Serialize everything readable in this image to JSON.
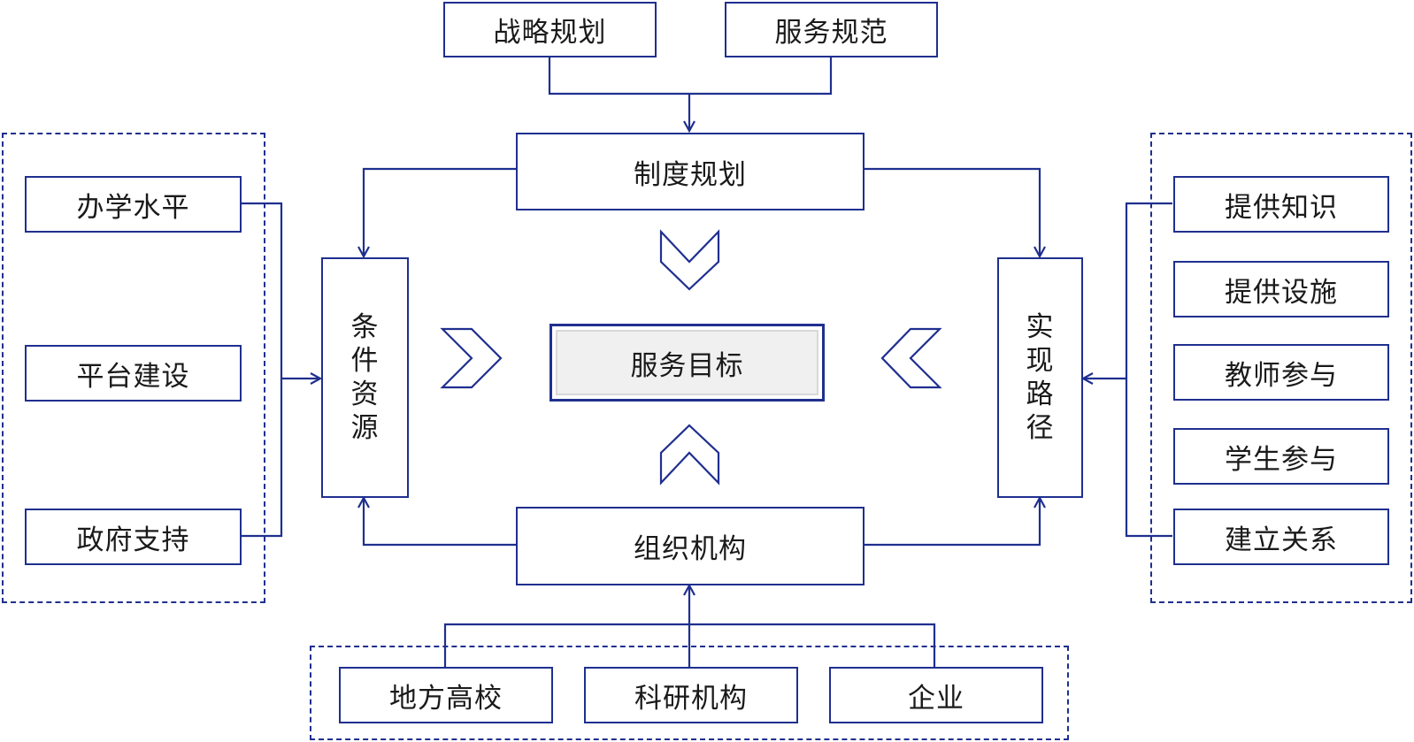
{
  "nodes": {
    "strategy": "战略规划",
    "service_norms": "服务规范",
    "institution": "制度规划",
    "conditions": [
      "条",
      "件",
      "资",
      "源"
    ],
    "path": [
      "实",
      "现",
      "路",
      "径"
    ],
    "goal": "服务目标",
    "organization": "组织机构",
    "left_group": [
      "办学水平",
      "平台建设",
      "政府支持"
    ],
    "right_group": [
      "提供知识",
      "提供设施",
      "教师参与",
      "学生参与",
      "建立关系"
    ],
    "bottom_group": [
      "地方高校",
      "科研机构",
      "企业"
    ]
  },
  "colors": {
    "line": "#1f2f8f",
    "goal_fill": "#f0f0f0"
  }
}
